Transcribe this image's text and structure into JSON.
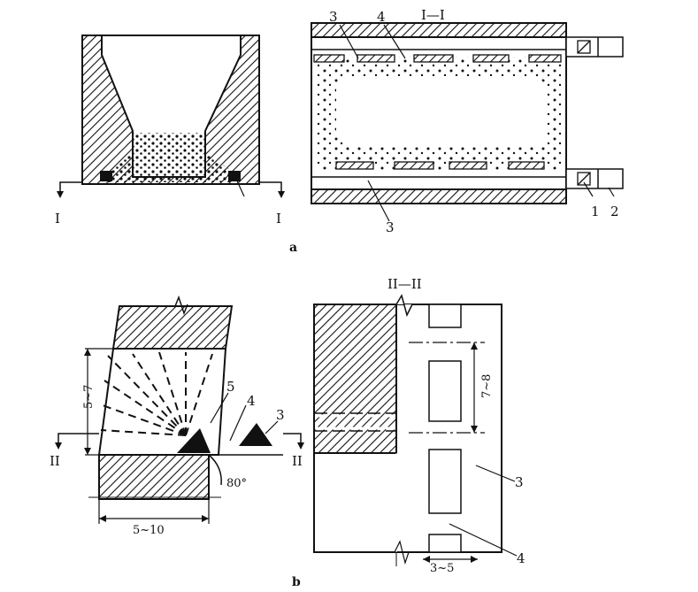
{
  "figure_a": {
    "caption": "a",
    "section_title": "I—I",
    "section_mark_left": "I",
    "section_mark_right": "I",
    "callouts": {
      "c3_top": "3",
      "c4_top": "4",
      "c3_bottom": "3",
      "c1": "1",
      "c2": "2"
    }
  },
  "figure_b": {
    "caption": "b",
    "section_title": "II—II",
    "section_mark_left": "II",
    "section_mark_right": "II",
    "angle": "80°",
    "dim_height": "5~7",
    "dim_width": "5~10",
    "dim_gap": "7~8",
    "dim_bottom": "3~5",
    "callouts": {
      "c5": "5",
      "c4": "4",
      "c3": "3",
      "c3_right": "3",
      "c4_right": "4"
    }
  }
}
